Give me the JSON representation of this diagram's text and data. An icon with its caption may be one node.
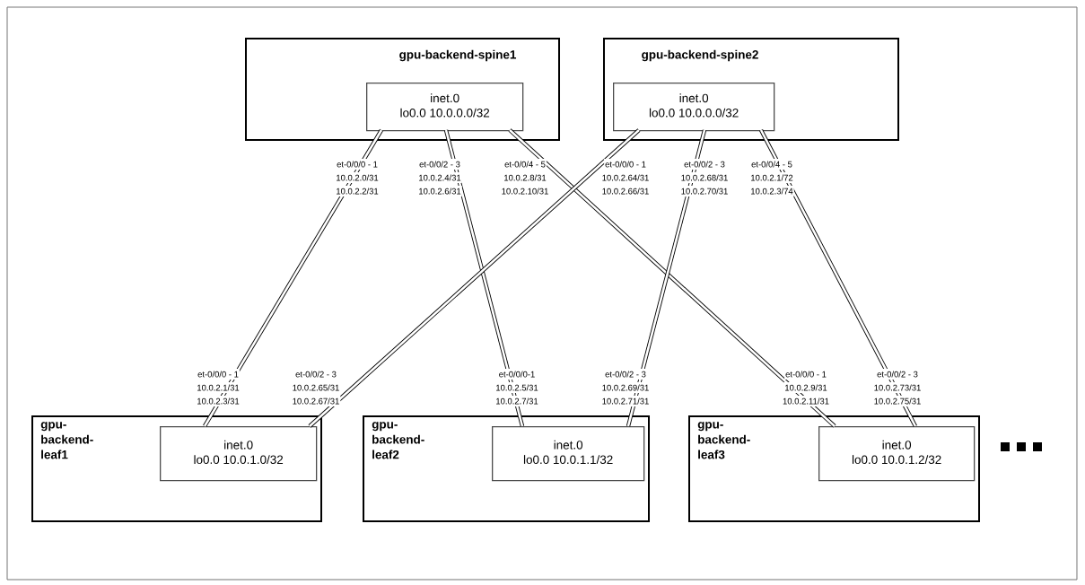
{
  "diagram": {
    "nodes": [
      {
        "text": [
          "gpu-backend-spine1"
        ]
      },
      {
        "text": [
          "inet.0",
          "lo0.0 10.0.0.0/32"
        ],
        "in": 0
      },
      {
        "text": [
          "gpu-backend-spine2"
        ]
      },
      {
        "text": [
          "inet.0",
          "lo0.0 10.0.0.0/32"
        ],
        "in": 2
      },
      {
        "text": [
          "gpu-backend-leaf1"
        ]
      },
      {
        "text": [
          "inet.0",
          "lo0.0 10.0.1.0/32"
        ],
        "in": 4
      },
      {
        "text": [
          "gpu-backend-leaf2"
        ]
      },
      {
        "text": [
          "inet.0",
          "lo0.0 10.0.1.1/32"
        ],
        "in": 6
      },
      {
        "text": [
          "gpu-backend-leaf3"
        ]
      },
      {
        "text": [
          "inet.0",
          "lo0.0 10.0.1.2/32"
        ],
        "in": 8
      }
    ],
    "edges": [
      {
        "from": 1,
        "to": 5,
        "arrow": "none"
      },
      {
        "from": 1,
        "to": 7,
        "arrow": "none"
      },
      {
        "from": 1,
        "to": 9,
        "arrow": "none"
      },
      {
        "from": 3,
        "to": 5,
        "arrow": "none"
      },
      {
        "from": 3,
        "to": 7,
        "arrow": "none"
      },
      {
        "from": 3,
        "to": 9,
        "arrow": "none"
      }
    ],
    "labels": [
      "et-0/0/0 - 1",
      "10.0.2.0/31",
      "10.0.2.2/31",
      "et-0/0/2 - 3",
      "10.0.2.4/31",
      "10.0.2.6/31",
      "et-0/0/4 - 5",
      "10.0.2.8/31",
      "10.0.2.10/31",
      "et-0/0/0 - 1",
      "10.0.2.64/31",
      "10.0.2.66/31",
      "et-0/0/2 - 3",
      "10.0.2.68/31",
      "10.0.2.70/31",
      "et-0/0/4 - 5",
      "10.0.2.1/72",
      "10.0.2.3/74",
      "et-0/0/0 - 1",
      "10.0.2.1/31",
      "10.0.2.3/31",
      "et-0/0/2 - 3",
      "10.0.2.65/31",
      "10.0.2.67/31",
      "et-0/0/0-1",
      "10.0.2.5/31",
      "10.0.2.7/31",
      "et-0/0/2 - 3",
      "10.0.2.69/31",
      "10.0.2.71/31",
      "et-0/0/0 - 1",
      "10.0.2.9/31",
      "10.0.2.11/31",
      "et-0/0/2 - 3",
      "10.0.2.73/31",
      "10.0.2.75/31"
    ]
  }
}
